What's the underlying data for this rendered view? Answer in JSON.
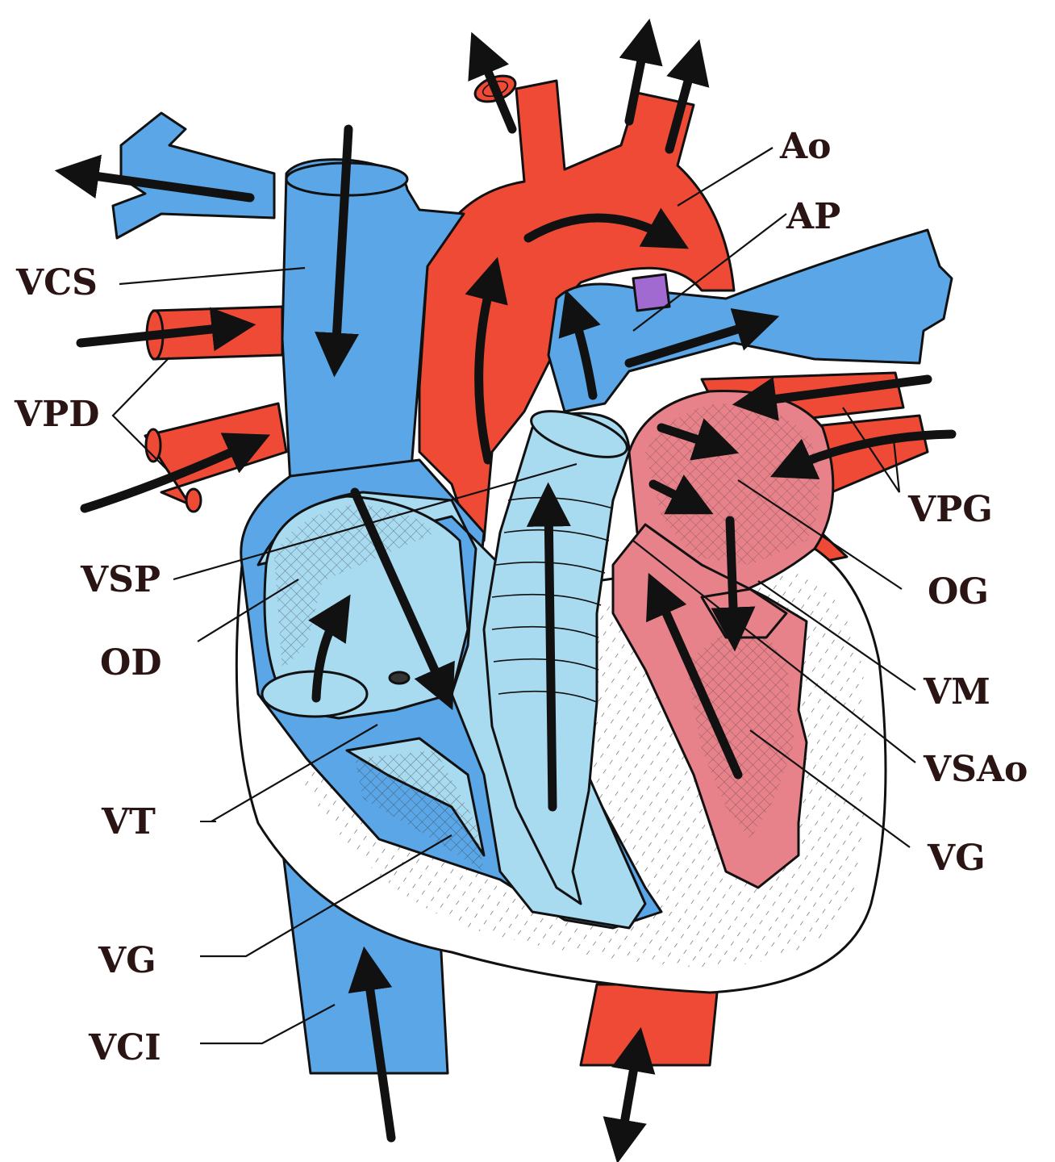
{
  "colors": {
    "venous": "#5aa6e6",
    "venous_light": "#a8daf0",
    "arterial": "#ef4a35",
    "arterial_light": "#e8828a",
    "muscle": "#ffffff",
    "duct": "#a06ad0"
  },
  "labels": {
    "ao": "Ao",
    "ap": "AP",
    "vcs": "VCS",
    "vpd": "VPD",
    "vpg": "VPG",
    "og": "OG",
    "vsp": "VSP",
    "od": "OD",
    "vm": "VM",
    "vsao": "VSAo",
    "vt": "VT",
    "vg_right": "VG",
    "vg_left": "VG",
    "vci": "VCI"
  }
}
